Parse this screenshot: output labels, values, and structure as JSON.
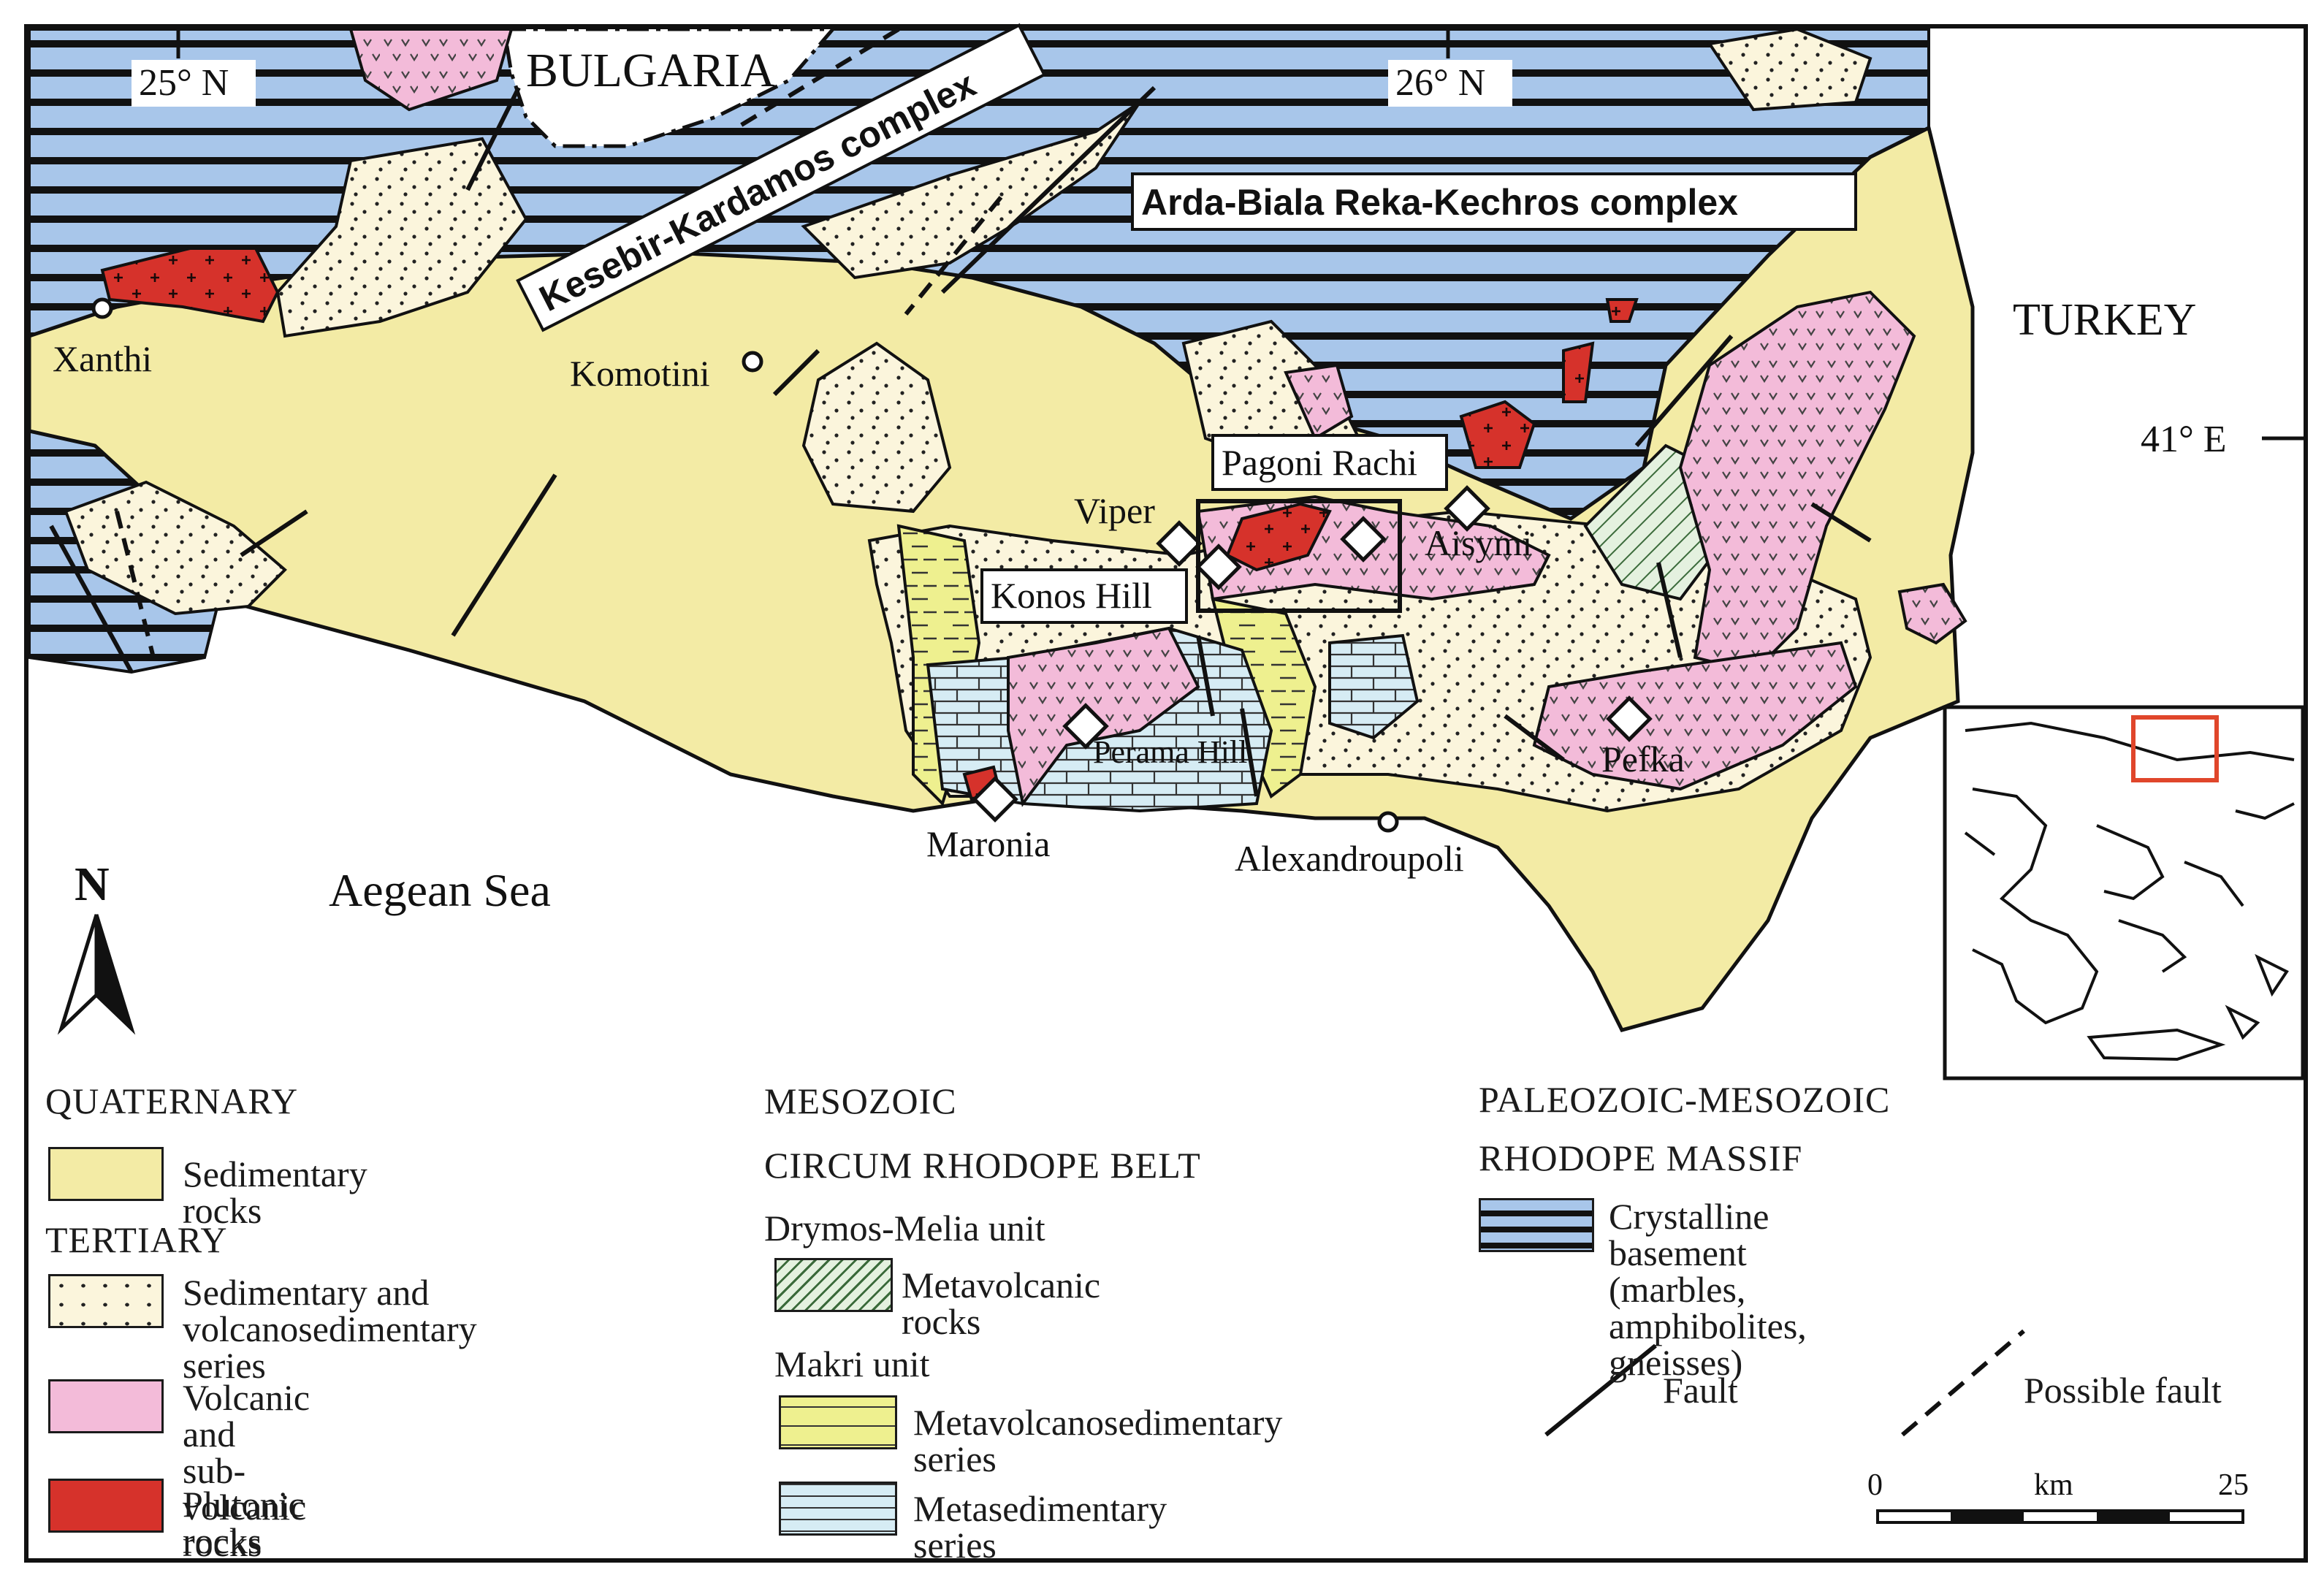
{
  "colors": {
    "sedimentary": "#f3eba5",
    "tertiary_sed": "#fbf5dc",
    "volcanic": "#f3bbd9",
    "plutonic": "#d6322b",
    "crystalline_blue": "#a8c6ea",
    "metavolcanic": "#e4f1df",
    "metavolcanosed": "#eef08f",
    "metased": "#d6ecf4",
    "inset_highlight": "#e0462b"
  },
  "map": {
    "graticule": {
      "lat_25": "25° N",
      "lat_26": "26° N",
      "lon_41": "41° E"
    },
    "countries": {
      "bulgaria": "BULGARIA",
      "turkey": "TURKEY"
    },
    "sea": "Aegean Sea",
    "complexes": {
      "kesebir": "Kesebir-Kardamos complex",
      "arda": "Arda-Biala Reka-Kechros complex"
    },
    "towns": {
      "xanthi": "Xanthi",
      "komotini": "Komotini",
      "alexandroupoli": "Alexandroupoli",
      "maronia": "Maronia"
    },
    "localities": {
      "viper": "Viper",
      "pagoni": "Pagoni Rachi",
      "konos": "Konos Hill",
      "aisymi": "Aisymi",
      "perama": "Perama Hill",
      "pefka": "Pefka"
    },
    "north_label": "N",
    "scale": {
      "start": "0",
      "unit": "km",
      "end": "25"
    }
  },
  "legend": {
    "quaternary": {
      "heading": "QUATERNARY",
      "items": [
        {
          "label": "Sedimentary rocks",
          "icon": "sedimentary-swatch"
        }
      ]
    },
    "tertiary": {
      "heading": "TERTIARY",
      "items": [
        {
          "label": "Sedimentary and\nvolcanosedimentary series",
          "icon": "dotted-swatch"
        },
        {
          "label": "Volcanic and\nsub-volcanic rocks",
          "icon": "volcanic-swatch"
        },
        {
          "label": "Plutonic rocks",
          "icon": "plutonic-swatch"
        }
      ]
    },
    "mesozoic": {
      "heading": "MESOZOIC",
      "belt": "CIRCUM RHODOPE BELT",
      "drymos": "Drymos-Melia unit",
      "metavolcanic": "Metavolcanic rocks",
      "makri": "Makri unit",
      "metavolcanosed": "Metavolcanosedimentary series",
      "metased": "Metasedimentary series"
    },
    "paleozoic": {
      "heading": "PALEOZOIC-MESOZOIC",
      "massif": "RHODOPE MASSIF",
      "crystalline": "Crystalline basement\n(marbles, amphibolites, gneisses)"
    },
    "fault": "Fault",
    "possible_fault": "Possible fault"
  }
}
